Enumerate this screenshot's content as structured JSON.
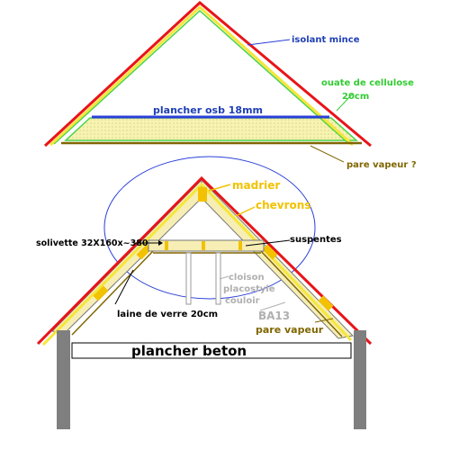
{
  "labels": {
    "isolant_mince": "isolant mince",
    "ouate_line1": "ouate de cellulose",
    "ouate_line2": "20cm",
    "plancher_osb": "plancher osb 18mm",
    "pare_vapeur_top": "pare vapeur ?",
    "madrier": "madrier",
    "chevrons": "chevrons",
    "solivette": "solivette 32X160x~380",
    "suspentes": "suspentes",
    "cloison_line1": "cloison",
    "cloison_line2": "placostyle",
    "cloison_line3": "couloir",
    "ba13": "BA13",
    "pare_vapeur_bottom": "pare vapeur",
    "laine": "laine de verre 20cm",
    "plancher_beton": "plancher beton"
  },
  "colors": {
    "blue_label": "#1f3fb5",
    "green_label": "#33cc33",
    "olive_label": "#806600",
    "gold_label": "#f2c200",
    "grey_label": "#b0b0b0",
    "black_label": "#000000",
    "red_roof": "#e8141a",
    "yellow_roof": "#f5e63c",
    "insulation_fill": "#f7f3b0",
    "rafter_fill": "#f6eeb4",
    "pillar": "#7f7f7f"
  }
}
